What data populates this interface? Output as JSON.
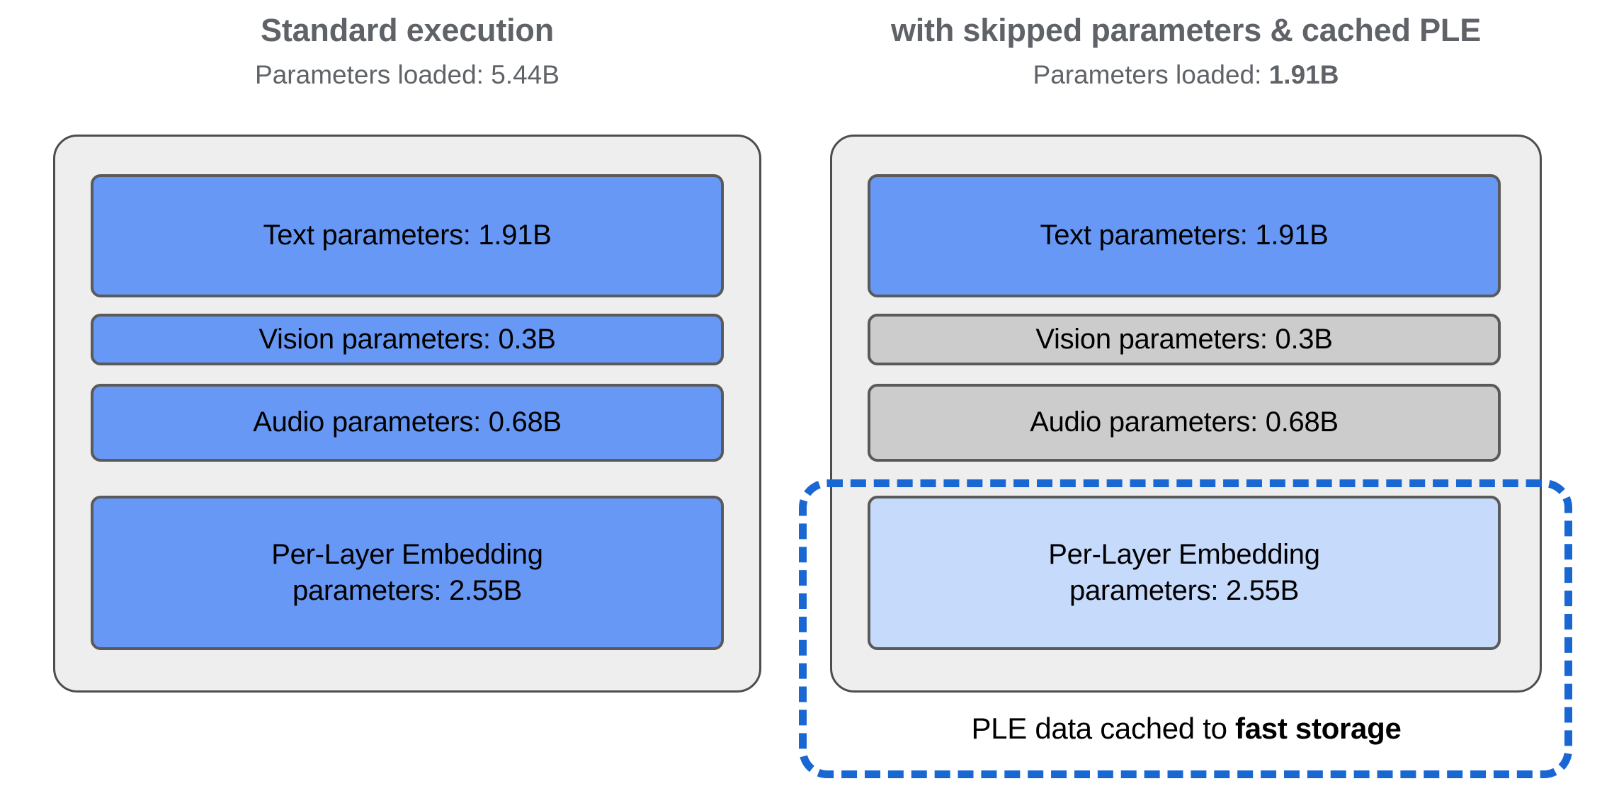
{
  "columns": [
    {
      "id": "standard",
      "title": "Standard execution",
      "subtitle_prefix": "Parameters loaded: ",
      "subtitle_value": "5.44B",
      "subtitle_bold": false,
      "blocks": [
        {
          "label": "Text parameters: 1.91B",
          "state": "active"
        },
        {
          "label": "Vision parameters: 0.3B",
          "state": "active"
        },
        {
          "label": "Audio parameters: 0.68B",
          "state": "active"
        },
        {
          "line1": "Per-Layer Embedding",
          "line2": "parameters: 2.55B",
          "state": "active"
        }
      ]
    },
    {
      "id": "skipped-cached",
      "title": "with skipped parameters & cached PLE",
      "subtitle_prefix": "Parameters loaded: ",
      "subtitle_value": "1.91B",
      "subtitle_bold": true,
      "blocks": [
        {
          "label": "Text parameters: 1.91B",
          "state": "active"
        },
        {
          "label": "Vision parameters: 0.3B",
          "state": "skipped"
        },
        {
          "label": "Audio parameters: 0.68B",
          "state": "skipped"
        },
        {
          "line1": "Per-Layer Embedding",
          "line2": "parameters: 2.55B",
          "state": "cached"
        }
      ]
    }
  ],
  "cache": {
    "caption_prefix": "PLE data cached to ",
    "caption_emphasis": "fast storage"
  },
  "colors": {
    "active_block": "#6798f5",
    "skipped_block": "#cccccc",
    "cached_block": "#c6dafc",
    "panel_bg": "#eeeeee",
    "panel_border": "#4d4d4d",
    "block_border": "#5a5a5a",
    "dashed_highlight": "#1967d2",
    "heading_text": "#5f6368",
    "block_text": "#000000",
    "page_bg": "#ffffff"
  }
}
